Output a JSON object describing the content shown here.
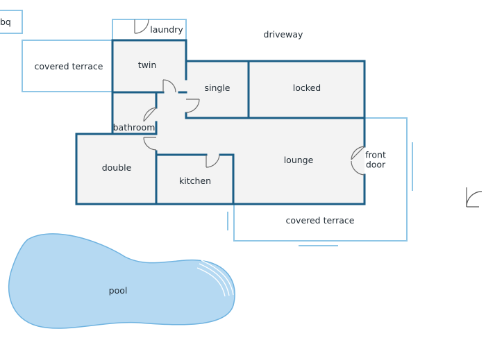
{
  "labels": {
    "bbq": "bq",
    "laundry": "laundry",
    "driveway": "driveway",
    "covered_terrace_left": "covered terrace",
    "twin": "twin",
    "single": "single",
    "locked": "locked",
    "bathroom": "bathroom",
    "double": "double",
    "kitchen": "kitchen",
    "lounge": "lounge",
    "front_door": "front\ndoor",
    "covered_terrace_bottom": "covered terrace",
    "pool": "pool"
  },
  "colors": {
    "wall": "#1b5e86",
    "outline": "#8fc6e6",
    "room_fill": "#f3f3f3",
    "pool_fill": "#b5d9f2",
    "pool_edge": "#6fb3e0",
    "text": "#1f2a33"
  }
}
